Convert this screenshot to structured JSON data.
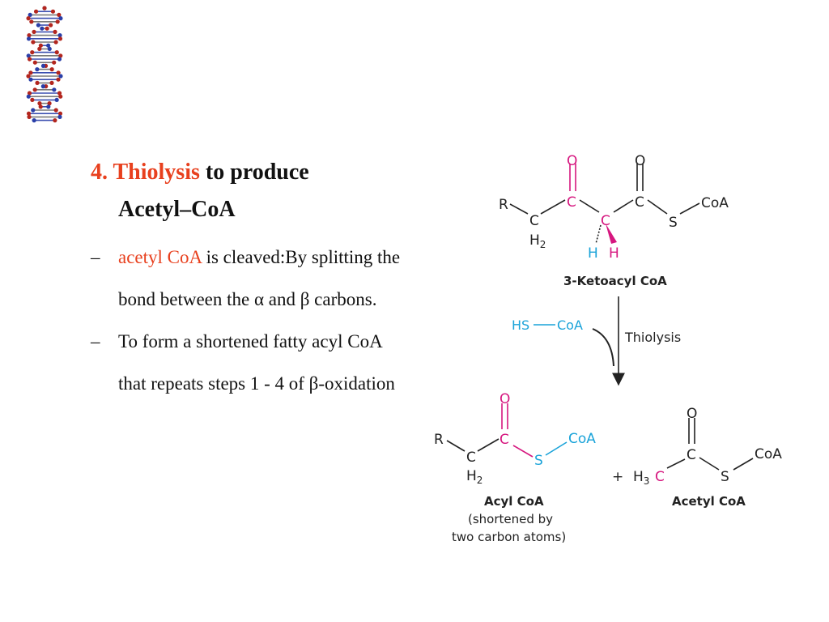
{
  "slide": {
    "heading": {
      "number": "4.",
      "highlight": "Thiolysis",
      "rest": "to produce",
      "line2": "Acetyl–CoA"
    },
    "bullets": [
      {
        "dash": "–",
        "highlight": "acetyl CoA",
        "text": " is cleaved:By splitting the bond between the α and β carbons."
      },
      {
        "dash": "–",
        "highlight": "",
        "text": "To form a shortened fatty acyl CoA that repeats steps 1 - 4 of β-oxidation"
      }
    ],
    "colors": {
      "highlight": "#e8401e",
      "magenta": "#d6177f",
      "cyan": "#1aa3d9"
    },
    "decoration": {
      "icon": "dna-helix-icon"
    }
  },
  "diagram": {
    "reactant": {
      "r": "R",
      "c": "C",
      "h2": "H",
      "h2_sub": "2",
      "o": "O",
      "s": "S",
      "coa": "CoA",
      "h": "H",
      "label": "3-Ketoacyl CoA"
    },
    "reagent": {
      "hs": "HS",
      "coa": "CoA"
    },
    "arrow_label": "Thiolysis",
    "product1": {
      "r": "R",
      "c": "C",
      "h2": "H",
      "h2_sub": "2",
      "o": "O",
      "s": "S",
      "coa": "CoA",
      "label": "Acyl CoA",
      "label2": "(shortened by",
      "label3": "two carbon atoms)"
    },
    "plus": "+",
    "product2": {
      "h3": "H",
      "h3_sub": "3",
      "c": "C",
      "o": "O",
      "s": "S",
      "coa": "CoA",
      "label": "Acetyl CoA"
    }
  }
}
